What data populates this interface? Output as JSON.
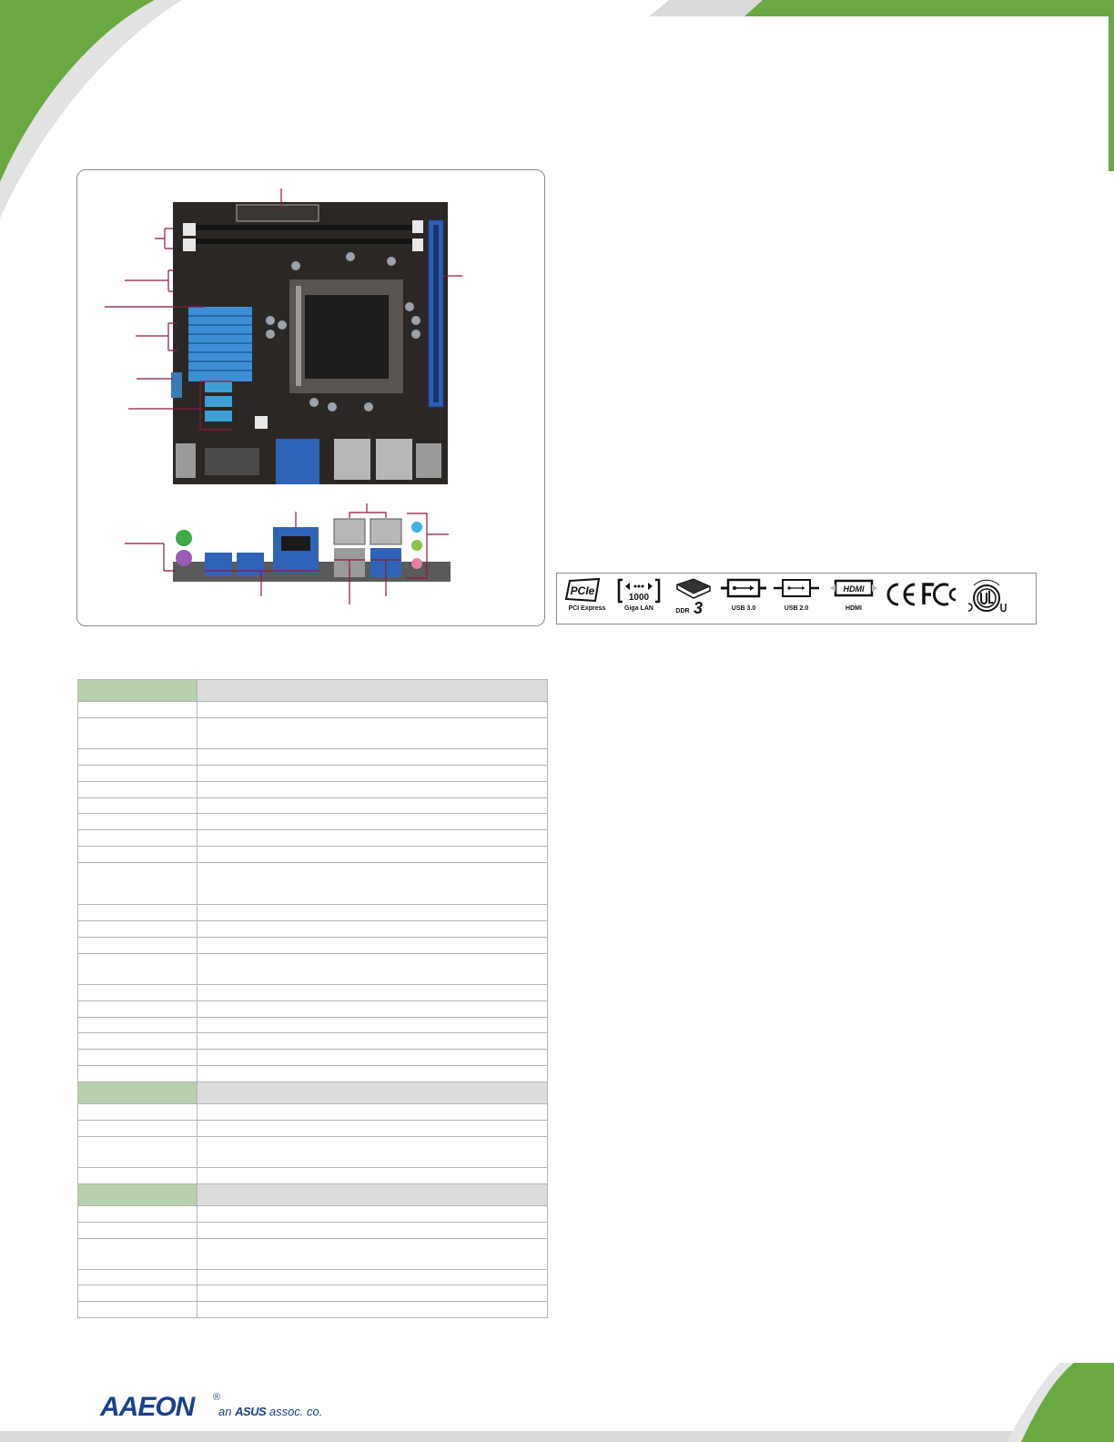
{
  "certifications": [
    {
      "icon": "pcie-logo-icon",
      "caption": "PCI Express"
    },
    {
      "icon": "gigabit-lan-icon",
      "caption": "Giga LAN",
      "mark": "1000"
    },
    {
      "icon": "ddr3-icon",
      "caption": "DDR",
      "mark": "3"
    },
    {
      "icon": "usb3-icon",
      "caption": "USB 3.0"
    },
    {
      "icon": "usb2-icon",
      "caption": "USB 2.0"
    },
    {
      "icon": "hdmi-icon",
      "caption": "HDMI",
      "mark": "HDMI"
    },
    {
      "icon": "ce-mark-icon"
    },
    {
      "icon": "fcc-mark-icon"
    },
    {
      "icon": "ul-classified-icon"
    }
  ],
  "spec_rows": [
    {
      "type": "section"
    },
    {
      "type": "row",
      "h": 1
    },
    {
      "type": "row",
      "h": 2
    },
    {
      "type": "row",
      "h": 1
    },
    {
      "type": "row",
      "h": 1
    },
    {
      "type": "row",
      "h": 1
    },
    {
      "type": "row",
      "h": 1
    },
    {
      "type": "row",
      "h": 1
    },
    {
      "type": "row",
      "h": 1
    },
    {
      "type": "row",
      "h": 1
    },
    {
      "type": "row",
      "h": 3
    },
    {
      "type": "row",
      "h": 1
    },
    {
      "type": "row",
      "h": 1
    },
    {
      "type": "row",
      "h": 1
    },
    {
      "type": "row",
      "h": 2
    },
    {
      "type": "row",
      "h": 1
    },
    {
      "type": "row",
      "h": 1
    },
    {
      "type": "row",
      "h": 1
    },
    {
      "type": "row",
      "h": 1
    },
    {
      "type": "row",
      "h": 1
    },
    {
      "type": "row",
      "h": 1
    },
    {
      "type": "section"
    },
    {
      "type": "row",
      "h": 1
    },
    {
      "type": "row",
      "h": 1
    },
    {
      "type": "row",
      "h": 2
    },
    {
      "type": "row",
      "h": 1
    },
    {
      "type": "section"
    },
    {
      "type": "row",
      "h": 1
    },
    {
      "type": "row",
      "h": 1
    },
    {
      "type": "row",
      "h": 2
    },
    {
      "type": "row",
      "h": 1
    },
    {
      "type": "row",
      "h": 1
    },
    {
      "type": "row",
      "h": 1
    }
  ],
  "brand": {
    "logo": "AAEON",
    "registered": "®",
    "tag_prefix": "an",
    "tag_asus": "ASUS",
    "tag_suffix": "assoc. co."
  },
  "colors": {
    "green": "#6aa842",
    "navy": "#1b3f8f",
    "grey": "#d9d9d9",
    "callout": "#8b1a3c"
  }
}
